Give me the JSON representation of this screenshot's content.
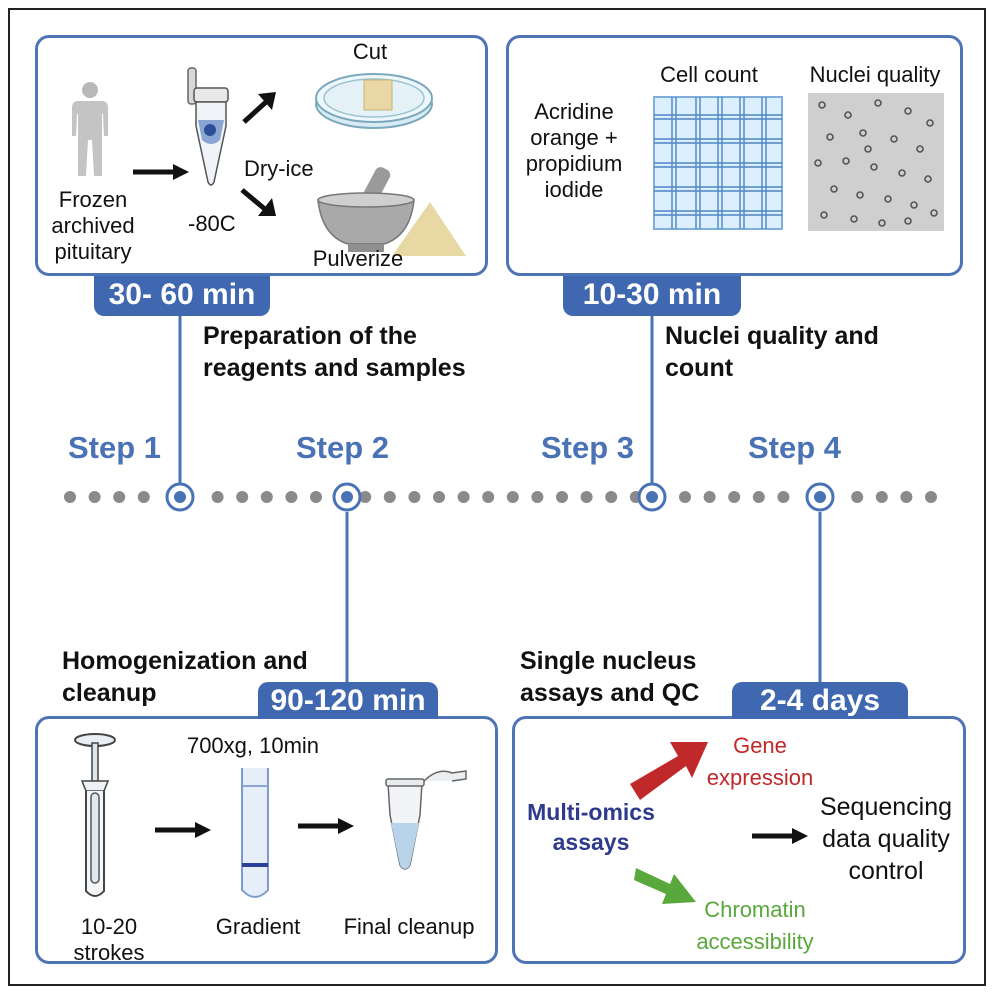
{
  "panel1": {
    "label_frozen": "Frozen archived pituitary",
    "label_temp": "-80C",
    "label_dryice": "Dry-ice",
    "label_cut": "Cut",
    "label_pulverize": "Pulverize",
    "time": "30- 60 min",
    "heading": "Preparation of the reagents and samples"
  },
  "panel3": {
    "label_stain": "Acridine orange + propidium iodide",
    "label_count": "Cell count",
    "label_quality": "Nuclei quality",
    "time": "10-30 min",
    "heading": "Nuclei quality and count"
  },
  "steps": [
    "Step 1",
    "Step 2",
    "Step 3",
    "Step 4"
  ],
  "panel2": {
    "heading": "Homogenization and cleanup",
    "time": "90-120 min",
    "label_centrifuge": "700xg, 10min",
    "label_strokes": "10-20 strokes",
    "label_gradient": "Gradient",
    "label_final": "Final cleanup"
  },
  "panel4": {
    "heading": "Single nucleus assays and QC",
    "time": "2-4 days",
    "label_multiomics": "Multi-omics assays",
    "label_gene": "Gene expression",
    "label_chromatin": "Chromatin accessibility",
    "label_sequencing": "Sequencing data quality control"
  },
  "colors": {
    "accent": "#3f68b0",
    "step_text": "#4a73b5",
    "dots": "#8a8a8a",
    "gene": "#c0282a",
    "chromatin": "#58a83c",
    "multiomics": "#2e3a8c"
  }
}
